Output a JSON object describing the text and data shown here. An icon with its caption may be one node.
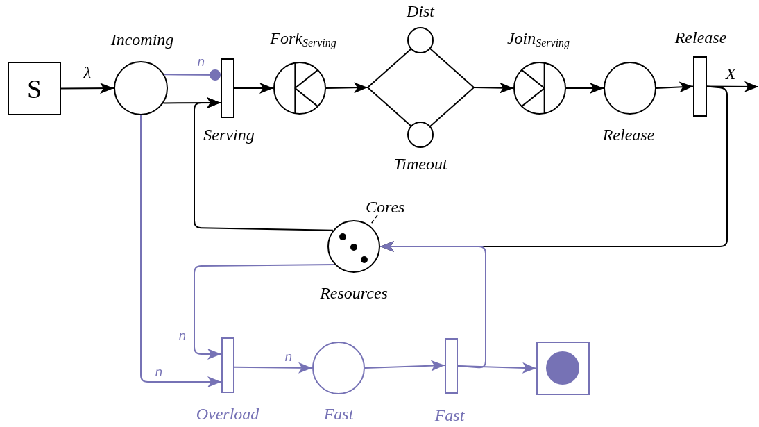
{
  "diagram": {
    "nodes": [
      {
        "text": [
          "S"
        ]
      },
      {
        "text": [
          "Incoming"
        ]
      },
      {
        "text": [
          "Serving"
        ]
      },
      {
        "text": [
          "Fork$_{Serving}$"
        ]
      },
      {
        "text": [
          "Dist"
        ]
      },
      {
        "text": [
          "Timeout"
        ]
      },
      {
        "text": [
          "Join$_{Serving}$"
        ]
      },
      {
        "text": [
          "Release"
        ]
      },
      {
        "text": [
          "Release"
        ]
      },
      {
        "text": [
          "Resources"
        ]
      },
      {
        "text": [
          "Cores"
        ]
      },
      {
        "text": [
          "Overload"
        ]
      },
      {
        "text": [
          "Fast"
        ]
      },
      {
        "text": [
          "Fast"
        ]
      },
      {
        "text": [],
        "shape": "box"
      },
      {
        "text": [],
        "shape": "diamond"
      }
    ],
    "edges": [
      {
        "from": 0,
        "to": 1,
        "arrow": "to",
        "label": "λ"
      },
      {
        "from": 1,
        "to": 2,
        "arrow": "to"
      },
      {
        "from": 1,
        "to": 2,
        "arrow": "other",
        "label": "n",
        "color": "#7672b5"
      },
      {
        "from": 2,
        "to": 3,
        "arrow": "to"
      },
      {
        "from": 3,
        "to": 15,
        "arrow": "to"
      },
      {
        "from": 15,
        "to": 6,
        "arrow": "to"
      },
      {
        "from": 6,
        "to": 7,
        "arrow": "to"
      },
      {
        "from": 7,
        "to": 8,
        "arrow": "to"
      },
      {
        "from": 8,
        "to": null,
        "arrow": "to",
        "label": "X"
      },
      {
        "from": 8,
        "to": 9,
        "arrow": "to"
      },
      {
        "from": 9,
        "to": 2,
        "arrow": "to"
      },
      {
        "from": 1,
        "to": 11,
        "arrow": "to",
        "label": "n",
        "color": "#7672b5"
      },
      {
        "from": 9,
        "to": 11,
        "arrow": "to",
        "label": "n",
        "color": "#7672b5"
      },
      {
        "from": 11,
        "to": 12,
        "arrow": "to",
        "label": "n",
        "color": "#7672b5"
      },
      {
        "from": 12,
        "to": 13,
        "arrow": "to",
        "color": "#7672b5"
      },
      {
        "from": 13,
        "to": 9,
        "arrow": "to",
        "color": "#7672b5"
      },
      {
        "from": 13,
        "to": 14,
        "arrow": "to",
        "color": "#7672b5"
      },
      {
        "from": 10,
        "to": 9,
        "arrow": "none",
        "style": "dashed"
      }
    ]
  }
}
